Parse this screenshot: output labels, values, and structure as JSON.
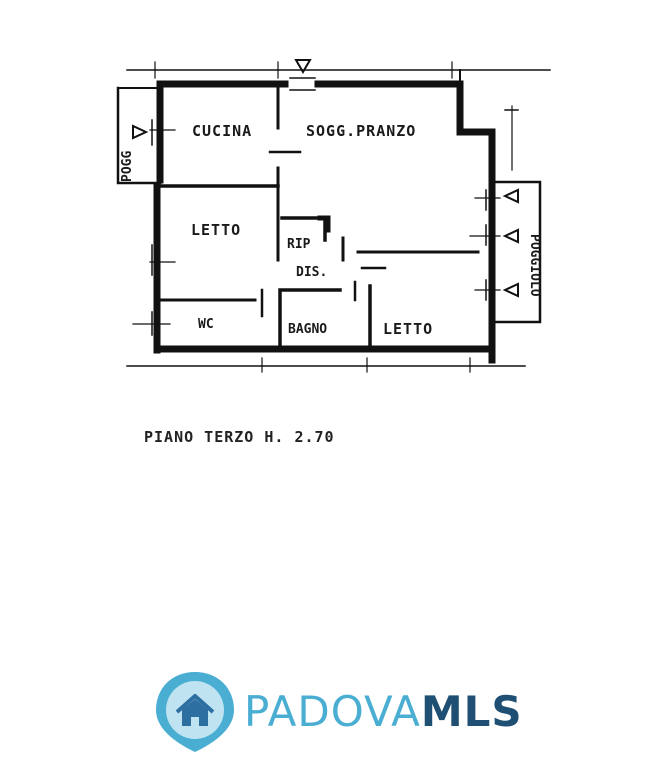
{
  "plan": {
    "rooms": {
      "cucina": "CUCINA",
      "soggiorno": "SOGG.PRANZO",
      "letto_left": "LETTO",
      "ripostiglio": "RIP",
      "disimpegno": "DIS.",
      "wc": "WC",
      "bagno": "BAGNO",
      "letto_right": "LETTO",
      "poggiolo_left": "POGG",
      "poggiolo_right": "POGGIOLO"
    },
    "caption": "PIANO TERZO H. 2.70"
  },
  "brand": {
    "name_light": "PADOVA",
    "name_bold": "MLS",
    "color_light": "#4aaed3",
    "color_bold": "#1f4f72",
    "pin_outer": "#4aaed3",
    "pin_inner": "#bfe3f1",
    "house_color": "#2d6fa1",
    "pin_icon": "map-pin-icon",
    "house_icon": "house-icon"
  }
}
